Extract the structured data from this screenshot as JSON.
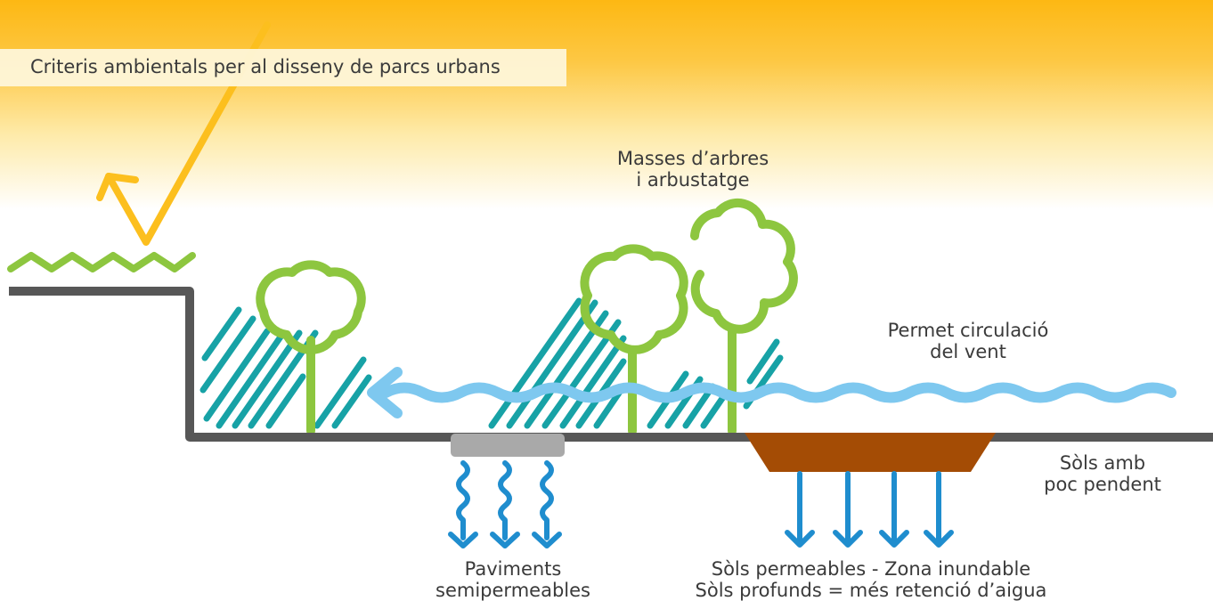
{
  "title": "Criteris ambientals per al disseny de parcs urbans",
  "labels": {
    "masses": {
      "line1": "Masses d’arbres",
      "line2": "i arbustatge"
    },
    "vent": {
      "line1": "Permet circulació",
      "line2": "del vent"
    },
    "sols_pendent": {
      "line1": "Sòls amb",
      "line2": "poc pendent"
    },
    "paviments": {
      "line1": "Paviments",
      "line2": "semipermeables"
    },
    "sols_permeables": {
      "line1": "Sòls permeables - Zona inundable",
      "line2": "Sòls profunds = més retenció d’aigua"
    }
  },
  "colors": {
    "sky": "#fdb813",
    "sun_ray": "#fcbf1e",
    "ground": "#575757",
    "tree": "#8dc63f",
    "shrub_hatch": "#17a2a6",
    "wind": "#7ec8ef",
    "water": "#1f8dce",
    "pavement": "#a9a9a9",
    "flood_zone": "#a44c05"
  },
  "icons": [
    "sun-ray-arrow",
    "grass-icon",
    "tree-icon",
    "wind-arrow",
    "water-infiltration-arrow"
  ]
}
